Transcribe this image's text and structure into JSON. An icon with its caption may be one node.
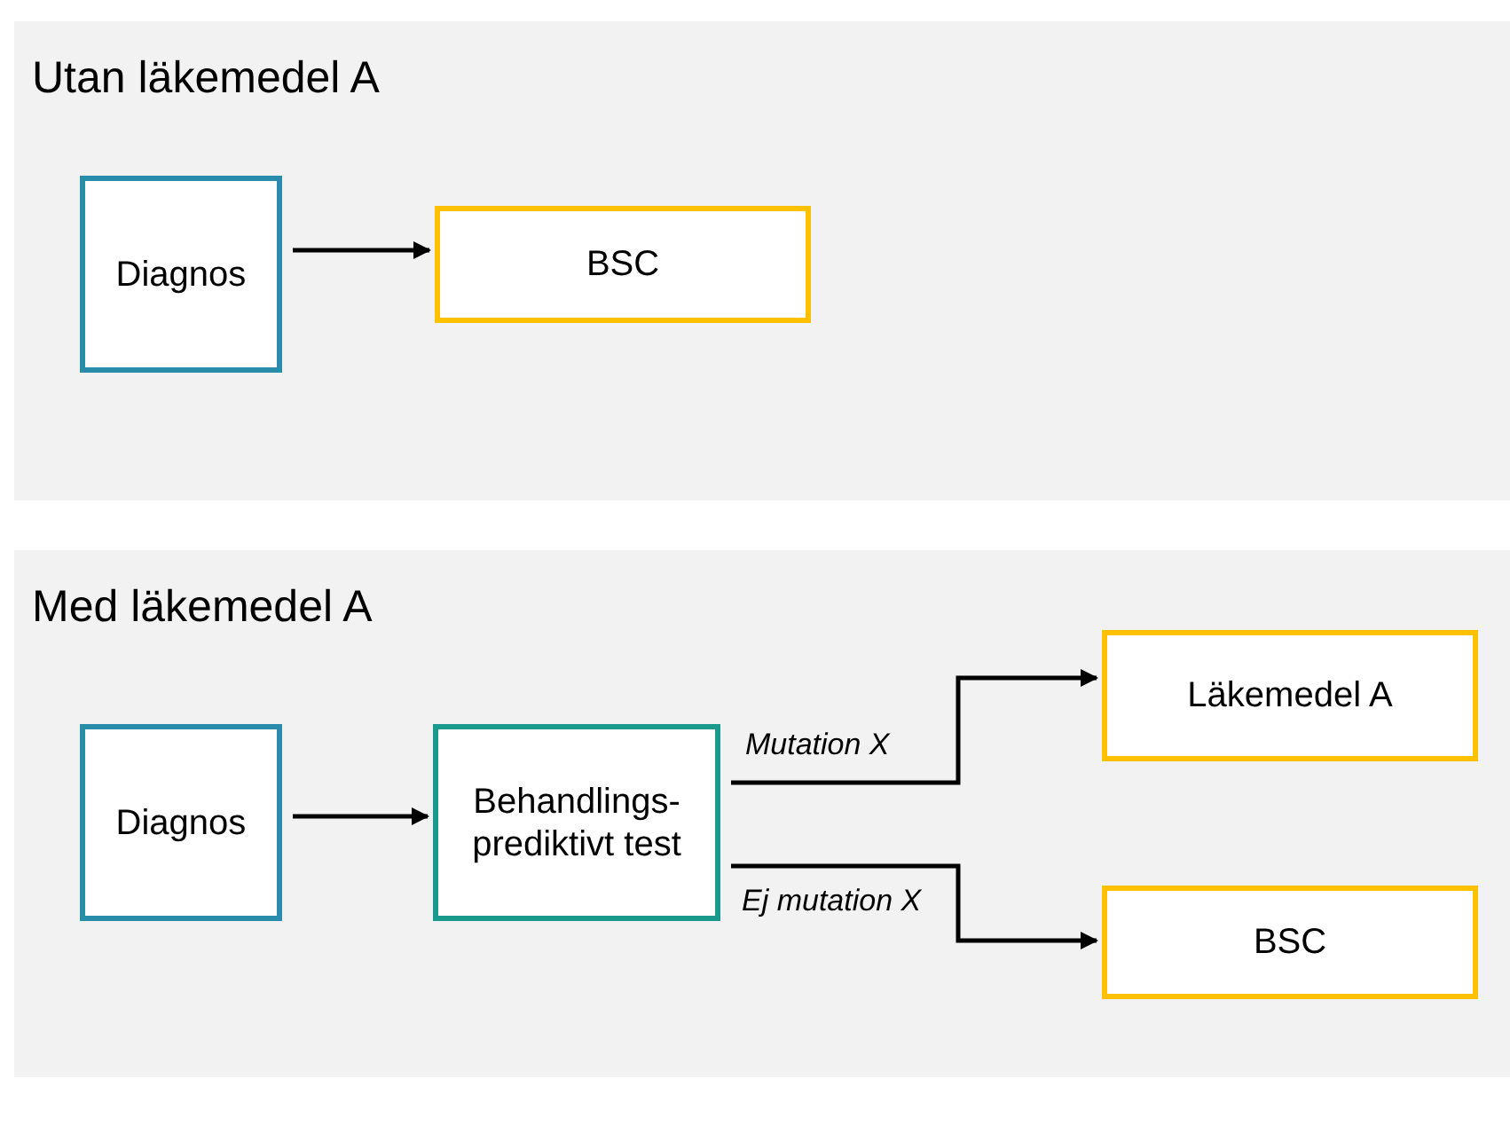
{
  "diagram": {
    "nodes": [
      {
        "text": [
          "Utan läkemedel A"
        ]
      },
      {
        "text": [
          "Diagnos"
        ],
        "in": 0
      },
      {
        "text": [
          "BSC"
        ],
        "in": 0
      },
      {
        "text": [
          "Med läkemedel A"
        ]
      },
      {
        "text": [
          "Diagnos"
        ],
        "in": 3
      },
      {
        "text": [
          "Behandlings- prediktivt test"
        ],
        "in": 3
      },
      {
        "text": [
          "Läkemedel A"
        ],
        "in": 3
      },
      {
        "text": [
          "BSC"
        ],
        "in": 3
      }
    ],
    "edges": [
      {
        "from": 1,
        "to": 2,
        "arrow": "to"
      },
      {
        "from": 4,
        "to": 5,
        "arrow": "to"
      },
      {
        "from": 5,
        "to": 6,
        "arrow": "to",
        "label": "Mutation X"
      },
      {
        "from": 5,
        "to": 7,
        "arrow": "to",
        "label": "Ej mutation X"
      }
    ]
  }
}
